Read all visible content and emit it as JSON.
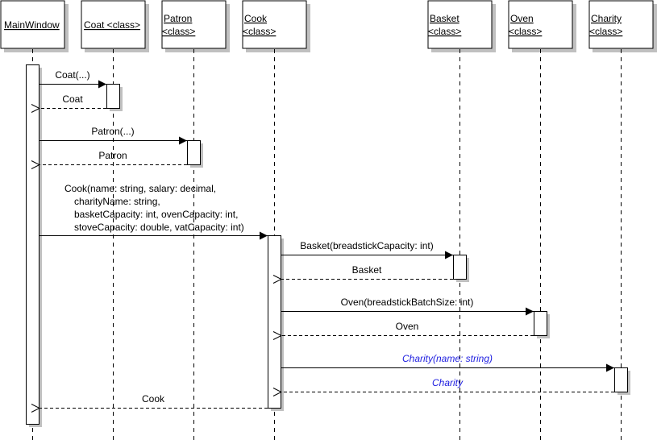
{
  "diagram": {
    "type": "sequence",
    "colors": {
      "line": "#000000",
      "shadow": "#c0c0c0",
      "box_fill": "#ffffff",
      "text": "#000000",
      "highlight_text": "#1f1fe0"
    },
    "lifelines": [
      {
        "id": "mainwindow",
        "lines": [
          "MainWindow"
        ]
      },
      {
        "id": "coat",
        "lines": [
          "Coat <class>"
        ]
      },
      {
        "id": "patron",
        "lines": [
          "Patron",
          "<class>"
        ]
      },
      {
        "id": "cook",
        "lines": [
          "Cook",
          "<class>"
        ]
      },
      {
        "id": "basket",
        "lines": [
          "Basket",
          "<class>"
        ]
      },
      {
        "id": "oven",
        "lines": [
          "Oven",
          "<class>"
        ]
      },
      {
        "id": "charity",
        "lines": [
          "Charity",
          "<class>"
        ]
      }
    ],
    "messages": [
      {
        "from": "mainwindow",
        "to": "coat",
        "kind": "call",
        "label": [
          "Coat(...)"
        ]
      },
      {
        "from": "coat",
        "to": "mainwindow",
        "kind": "return",
        "label": [
          "Coat"
        ]
      },
      {
        "from": "mainwindow",
        "to": "patron",
        "kind": "call",
        "label": [
          "Patron(...)"
        ]
      },
      {
        "from": "patron",
        "to": "mainwindow",
        "kind": "return",
        "label": [
          "Patron"
        ]
      },
      {
        "from": "mainwindow",
        "to": "cook",
        "kind": "call",
        "label": [
          "Cook(name: string, salary: decimal,",
          "charityName: string,",
          "basketCapacity: int, ovenCapacity: int,",
          "stoveCapacity: double, vatCapacity: int)"
        ]
      },
      {
        "from": "cook",
        "to": "basket",
        "kind": "call",
        "label": [
          "Basket(breadstickCapacity: int)"
        ]
      },
      {
        "from": "basket",
        "to": "cook",
        "kind": "return",
        "label": [
          "Basket"
        ]
      },
      {
        "from": "cook",
        "to": "oven",
        "kind": "call",
        "label": [
          "Oven(breadstickBatchSize: int)"
        ]
      },
      {
        "from": "oven",
        "to": "cook",
        "kind": "return",
        "label": [
          "Oven"
        ]
      },
      {
        "from": "cook",
        "to": "charity",
        "kind": "call",
        "label": [
          "Charity(name: string)"
        ],
        "highlight": true
      },
      {
        "from": "charity",
        "to": "cook",
        "kind": "return",
        "label": [
          "Charity"
        ],
        "highlight": true
      },
      {
        "from": "cook",
        "to": "mainwindow",
        "kind": "return",
        "label": [
          "Cook"
        ]
      }
    ]
  }
}
